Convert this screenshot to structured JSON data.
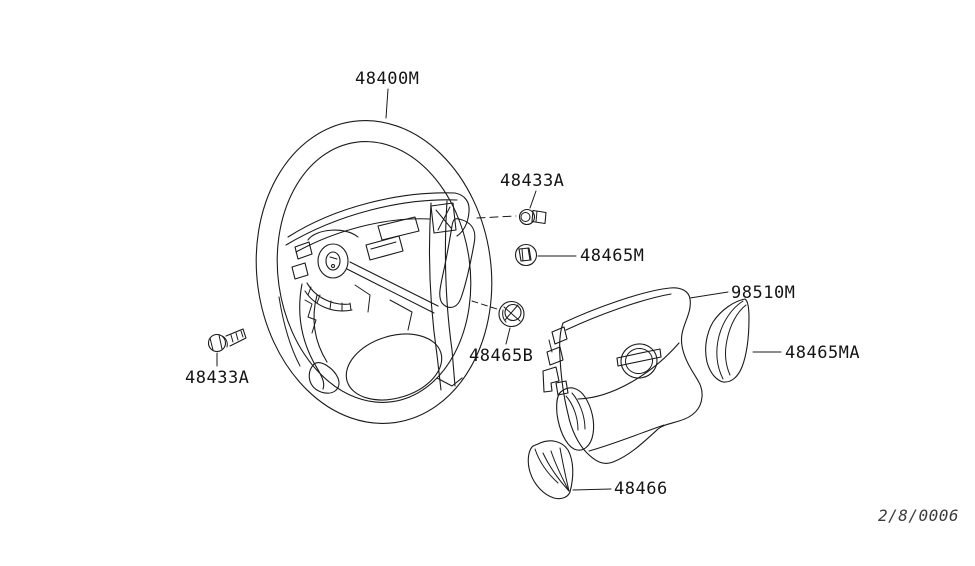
{
  "diagram": {
    "type": "exploded-parts-diagram",
    "subject": "steering-wheel-and-air-bag",
    "background": "#ffffff",
    "line_color": "#1a1a1a",
    "part_labels": {
      "steering_wheel": "48400M",
      "bolt_upper": "48433A",
      "nut_upper": "48465M",
      "airbag_module": "98510M",
      "side_lid": "48465MA",
      "nut_lower": "48465B",
      "bolt_lower": "48433A",
      "bottom_lid": "48466"
    },
    "drawing_code": "2/8/0006",
    "icons": {
      "bolt_upper": "hex-bolt-icon",
      "bolt_lower": "hex-bolt-icon",
      "nut_upper": "nut-icon",
      "nut_lower": "nut-icon",
      "emblem": "nissan-logo-icon"
    }
  }
}
